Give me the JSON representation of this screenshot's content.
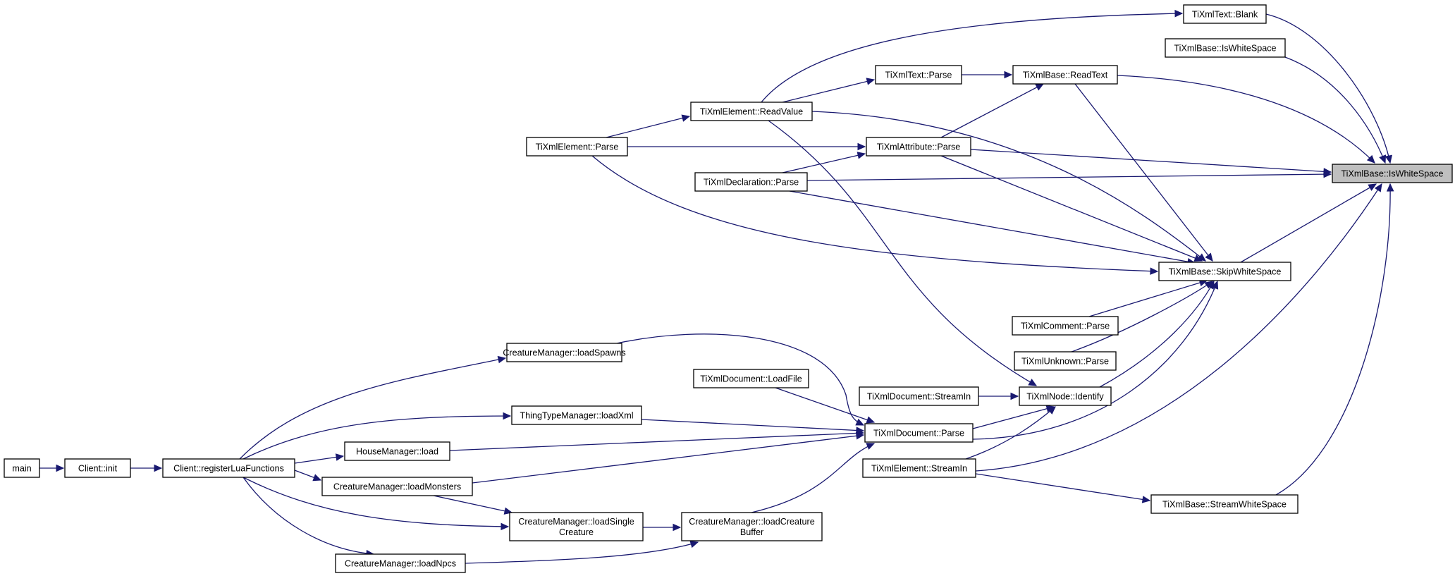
{
  "diagram": {
    "nodes": [
      {
        "id": "ws",
        "lines": [
          "TiXmlBase::IsWhiteSpace"
        ],
        "highlight": true
      },
      {
        "id": "blank",
        "lines": [
          "TiXmlText::Blank"
        ]
      },
      {
        "id": "ws2",
        "lines": [
          "TiXmlBase::IsWhiteSpace"
        ]
      },
      {
        "id": "readtext",
        "lines": [
          "TiXmlBase::ReadText"
        ]
      },
      {
        "id": "textparse",
        "lines": [
          "TiXmlText::Parse"
        ]
      },
      {
        "id": "readvalue",
        "lines": [
          "TiXmlElement::ReadValue"
        ]
      },
      {
        "id": "elemparse",
        "lines": [
          "TiXmlElement::Parse"
        ]
      },
      {
        "id": "attrparse",
        "lines": [
          "TiXmlAttribute::Parse"
        ]
      },
      {
        "id": "declparse",
        "lines": [
          "TiXmlDeclaration::Parse"
        ]
      },
      {
        "id": "skipws",
        "lines": [
          "TiXmlBase::SkipWhiteSpace"
        ]
      },
      {
        "id": "commentparse",
        "lines": [
          "TiXmlComment::Parse"
        ]
      },
      {
        "id": "unknownparse",
        "lines": [
          "TiXmlUnknown::Parse"
        ]
      },
      {
        "id": "identify",
        "lines": [
          "TiXmlNode::Identify"
        ]
      },
      {
        "id": "docstreamin",
        "lines": [
          "TiXmlDocument::StreamIn"
        ]
      },
      {
        "id": "loadfile",
        "lines": [
          "TiXmlDocument::LoadFile"
        ]
      },
      {
        "id": "docparse",
        "lines": [
          "TiXmlDocument::Parse"
        ]
      },
      {
        "id": "elemstreamin",
        "lines": [
          "TiXmlElement::StreamIn"
        ]
      },
      {
        "id": "streamws",
        "lines": [
          "TiXmlBase::StreamWhiteSpace"
        ]
      },
      {
        "id": "loadspawns",
        "lines": [
          "CreatureManager::loadSpawns"
        ]
      },
      {
        "id": "loadxml",
        "lines": [
          "ThingTypeManager::loadXml"
        ]
      },
      {
        "id": "houseload",
        "lines": [
          "HouseManager::load"
        ]
      },
      {
        "id": "loadmonsters",
        "lines": [
          "CreatureManager::loadMonsters"
        ]
      },
      {
        "id": "loadsingle",
        "lines": [
          "CreatureManager::loadSingle",
          "Creature"
        ]
      },
      {
        "id": "loadbuffer",
        "lines": [
          "CreatureManager::loadCreature",
          "Buffer"
        ]
      },
      {
        "id": "loadnpcs",
        "lines": [
          "CreatureManager::loadNpcs"
        ]
      },
      {
        "id": "main",
        "lines": [
          "main"
        ]
      },
      {
        "id": "clientinit",
        "lines": [
          "Client::init"
        ]
      },
      {
        "id": "reglua",
        "lines": [
          "Client::registerLuaFunctions"
        ]
      }
    ],
    "edges": [
      {
        "from": "blank",
        "to": "ws"
      },
      {
        "from": "ws2",
        "to": "ws"
      },
      {
        "from": "readtext",
        "to": "ws"
      },
      {
        "from": "attrparse",
        "to": "ws"
      },
      {
        "from": "declparse",
        "to": "ws"
      },
      {
        "from": "skipws",
        "to": "ws"
      },
      {
        "from": "elemstreamin",
        "to": "ws"
      },
      {
        "from": "streamws",
        "to": "ws"
      },
      {
        "from": "readvalue",
        "to": "blank"
      },
      {
        "from": "textparse",
        "to": "readtext"
      },
      {
        "from": "attrparse",
        "to": "readtext"
      },
      {
        "from": "readvalue",
        "to": "textparse"
      },
      {
        "from": "elemparse",
        "to": "readvalue"
      },
      {
        "from": "elemparse",
        "to": "attrparse"
      },
      {
        "from": "declparse",
        "to": "attrparse"
      },
      {
        "from": "readtext",
        "to": "skipws"
      },
      {
        "from": "readvalue",
        "to": "skipws"
      },
      {
        "from": "attrparse",
        "to": "skipws"
      },
      {
        "from": "declparse",
        "to": "skipws"
      },
      {
        "from": "elemparse",
        "to": "skipws"
      },
      {
        "from": "commentparse",
        "to": "skipws"
      },
      {
        "from": "unknownparse",
        "to": "skipws"
      },
      {
        "from": "identify",
        "to": "skipws"
      },
      {
        "from": "docparse",
        "to": "skipws"
      },
      {
        "from": "readvalue",
        "to": "identify"
      },
      {
        "from": "docstreamin",
        "to": "identify"
      },
      {
        "from": "docparse",
        "to": "identify"
      },
      {
        "from": "elemstreamin",
        "to": "identify"
      },
      {
        "from": "elemstreamin",
        "to": "streamws"
      },
      {
        "from": "loadspawns",
        "to": "docparse"
      },
      {
        "from": "loadfile",
        "to": "docparse"
      },
      {
        "from": "loadxml",
        "to": "docparse"
      },
      {
        "from": "houseload",
        "to": "docparse"
      },
      {
        "from": "loadmonsters",
        "to": "docparse"
      },
      {
        "from": "loadbuffer",
        "to": "docparse"
      },
      {
        "from": "main",
        "to": "clientinit"
      },
      {
        "from": "clientinit",
        "to": "reglua"
      },
      {
        "from": "reglua",
        "to": "loadspawns"
      },
      {
        "from": "reglua",
        "to": "loadxml"
      },
      {
        "from": "reglua",
        "to": "houseload"
      },
      {
        "from": "reglua",
        "to": "loadmonsters"
      },
      {
        "from": "reglua",
        "to": "loadsingle"
      },
      {
        "from": "reglua",
        "to": "loadnpcs"
      },
      {
        "from": "loadmonsters",
        "to": "loadsingle"
      },
      {
        "from": "loadsingle",
        "to": "loadbuffer"
      },
      {
        "from": "loadnpcs",
        "to": "loadbuffer"
      }
    ]
  }
}
